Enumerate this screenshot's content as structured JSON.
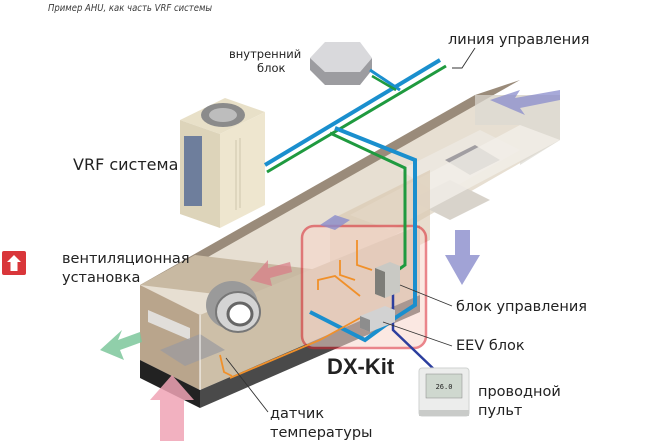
{
  "caption": "Пример AHU, как часть VRF системы",
  "labels": {
    "indoor_unit": [
      "внутренний",
      "блок"
    ],
    "control_line": "линия управления",
    "vrf_system": "VRF система",
    "ventilation_unit": [
      "вентиляционная",
      "установка"
    ],
    "control_box": "блок управления",
    "eev_box": "EEV блок",
    "dx_kit": "DX-Kit",
    "wired_remote": [
      "проводной",
      "пульт"
    ],
    "temp_sensor": [
      "датчик",
      "температуры"
    ]
  },
  "remote_display": "26.0",
  "scroll_top_button": {
    "icon": "arrow-up-icon"
  },
  "colors": {
    "refrigerant_pipe": "#1a8fce",
    "control_line": "#1f9a3f",
    "remote_cable": "#2c3e9e",
    "sensor_wire": "#f0902a",
    "dx_kit_frame": "#d9232e",
    "dx_kit_fill": "#f8d6cc",
    "airflow_supply": "#8a8ccc",
    "airflow_fresh": "#7cc79b",
    "airflow_return": "#f0a3b5",
    "airflow_warm": "#d97a86",
    "accent": "#d9363a"
  }
}
